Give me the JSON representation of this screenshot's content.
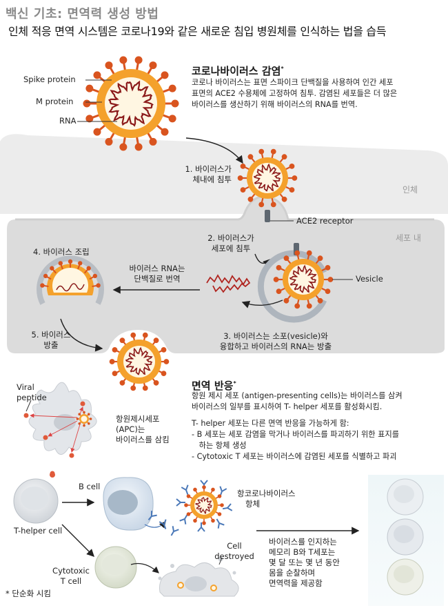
{
  "header": {
    "title": "백신 기초: 면역력 생성 방법",
    "subtitle": "인체 적응 면역 시스템은 코로나19와 같은 새로운 침입 병원체를 인식하는 법을 습득"
  },
  "virus_labels": {
    "spike": "Spike protein",
    "m_protein": "M protein",
    "rna": "RNA"
  },
  "infection": {
    "heading": "코로나바이러스 감염",
    "heading_mark": "*",
    "lines": [
      "코로나 바이러스는 표면 스파이크 단백질을 사용하여 인간 세포",
      "표면의 ACE2 수용체에 고정하여 침투. 감염된 세포들은 더 많은",
      "바이러스를 생산하기 위해 바이러스의 RNA를 번역."
    ]
  },
  "steps": {
    "s1": [
      "1. 바이러스가",
      "체내에 침투"
    ],
    "s2": [
      "2. 바이러스가",
      "세포에 침투"
    ],
    "s3": [
      "3. 바이러스는 소포(vesicle)와",
      "융합하고 바이러스의 RNA는 방출"
    ],
    "s4": "4. 바이러스 조립",
    "s5": [
      "5. 바이러스",
      "방출"
    ],
    "translate": [
      "바이러스 RNA는",
      "단백질로 번역"
    ]
  },
  "regions": {
    "body": "인체",
    "cell": "세포 내",
    "ace2": "ACE2 receptor",
    "vesicle": "Vesicle"
  },
  "immune": {
    "heading": "면역 반응",
    "heading_mark": "*",
    "lines": [
      "항원 제시 세포 (antigen-presenting cells)는 바이러스를 삼켜",
      "바이러스의 일부를 표시하여 T- helper 세포를 활성화시킴.",
      "",
      "T- helper 세포는 다른 면역 반응을 가능하게 함:",
      "- B 세포는 세포 감염을 막거나 바이러스를  파괴하기 위한 표지를",
      "   하는 항체 생성",
      "- Cytotoxic T 세포는 바이러스에 감염된 세포를 식별하고 파괴"
    ]
  },
  "cells": {
    "viral_peptide": [
      "Viral",
      "peptide"
    ],
    "apc": [
      "항원제시세포",
      "(APC)는",
      "바이러스를 삼킴"
    ],
    "b_cell": "B cell",
    "t_helper": "T-helper cell",
    "cytotoxic": [
      "Cytotoxic",
      "T cell"
    ],
    "antibody": [
      "항코로나바이러스",
      "항체"
    ],
    "destroyed": [
      "Cell",
      "destroyed"
    ],
    "memory": [
      "바이러스를 인지하는",
      "메모리 B와 T세포는",
      "몇 달 또는 몇 년 동안",
      "몸을 순찰하며",
      "면역력을 제공함"
    ]
  },
  "footnote": "* 단순화 시킴",
  "colors": {
    "virus_body": "#f4a12c",
    "virus_core": "#fff6e2",
    "spike": "#d9541f",
    "rna": "#8b1a1a",
    "body_band": "#e8e8e8",
    "cell_band": "#d9d9d9",
    "vesicle": "#cfd4da",
    "antibody": "#4a78b8",
    "arrow": "#222222"
  }
}
